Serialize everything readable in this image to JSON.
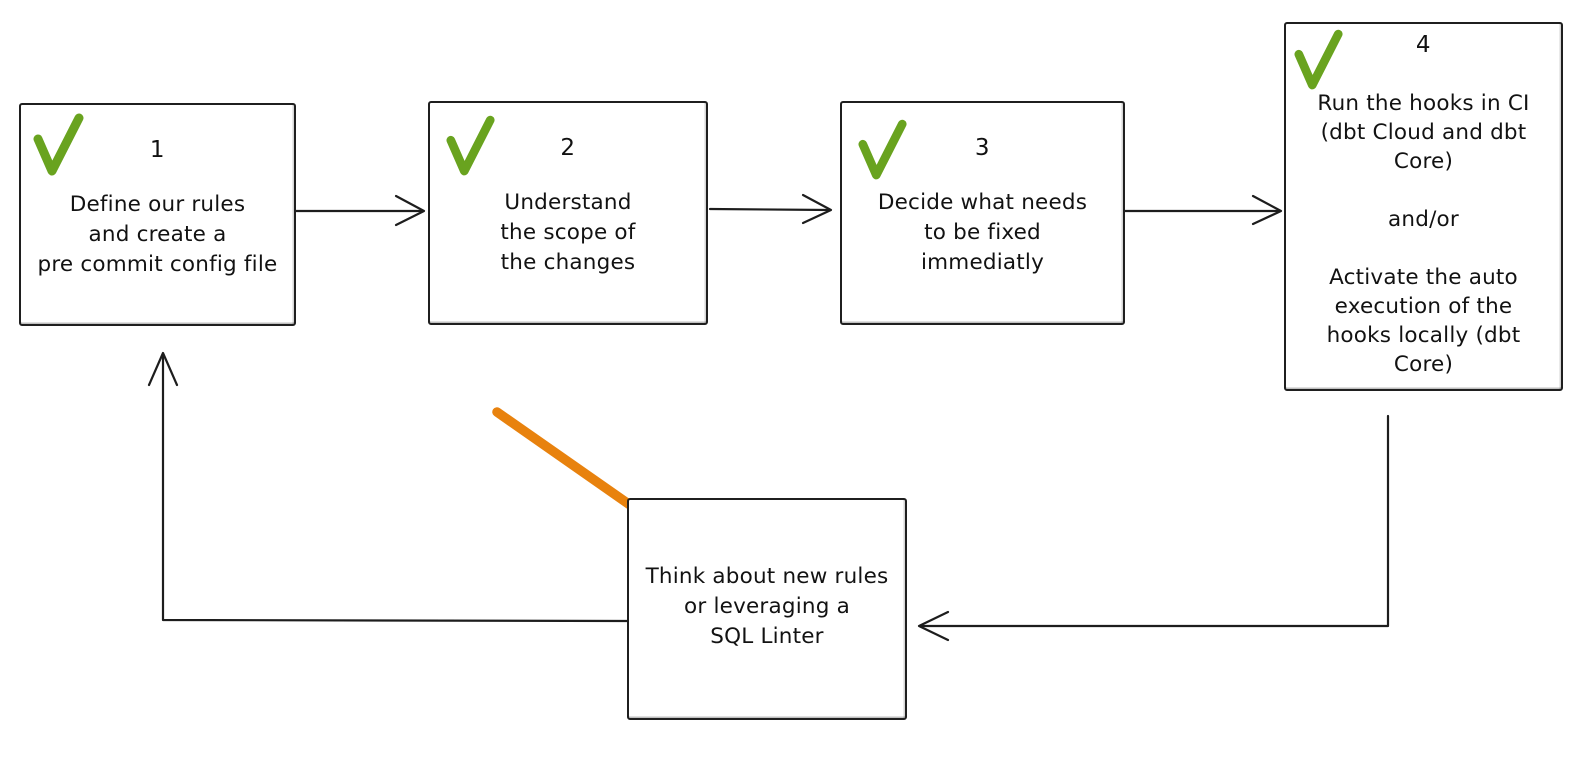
{
  "diagram": {
    "title_hint": "pre-commit workflow flowchart",
    "background_color": "#ffffff",
    "ink_color": "#1d1d1d",
    "check_color": "#69a31f",
    "annotation_arrow_color": "#e8820e",
    "steps": [
      {
        "number": "1",
        "icon": "checkmark",
        "lines": [
          "Define our rules",
          "and create a",
          "pre commit config file"
        ]
      },
      {
        "number": "2",
        "icon": "checkmark",
        "lines": [
          "Understand",
          "the scope of",
          "the changes"
        ]
      },
      {
        "number": "3",
        "icon": "checkmark",
        "lines": [
          "Decide what needs",
          "to be fixed",
          "immediatly"
        ]
      },
      {
        "number": "4",
        "icon": "checkmark",
        "lines": [
          "Run the hooks in CI",
          "(dbt Cloud and dbt",
          "Core)",
          "",
          "and/or",
          "",
          "Activate the auto",
          "execution of the",
          "hooks locally (dbt",
          "Core)"
        ]
      }
    ],
    "feedback_box": {
      "lines": [
        "Think about new rules",
        "or leveraging a",
        "SQL Linter"
      ]
    },
    "connections": [
      {
        "from": "step-1",
        "to": "step-2"
      },
      {
        "from": "step-2",
        "to": "step-3"
      },
      {
        "from": "step-3",
        "to": "step-4"
      },
      {
        "from": "step-4",
        "to": "feedback-box"
      },
      {
        "from": "feedback-box",
        "to": "step-1"
      },
      {
        "type": "annotation-arrow",
        "color": "orange",
        "points_to": "feedback-box"
      }
    ]
  }
}
